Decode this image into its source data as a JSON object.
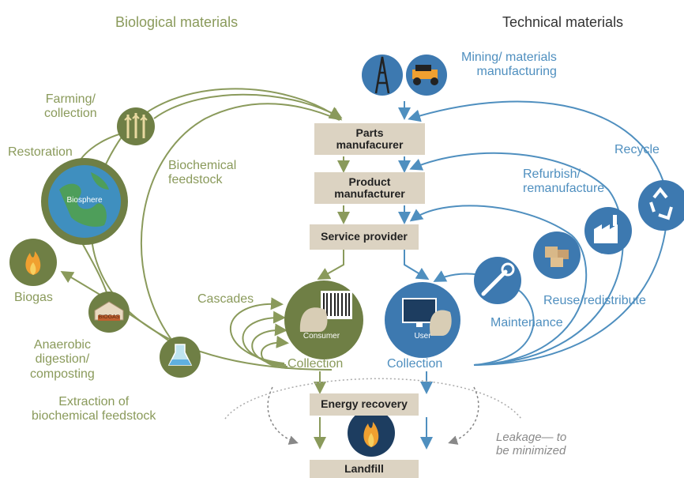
{
  "headers": {
    "biological": "Biological materials",
    "technical": "Technical materials"
  },
  "center_boxes": {
    "parts": "Parts\nmanufacurer",
    "product": "Product\nmanufacturer",
    "service": "Service provider",
    "energy": "Energy recovery",
    "landfill": "Landfill"
  },
  "bio_labels": {
    "farming": "Farming/\ncollection",
    "restoration": "Restoration",
    "biosphere": "Biosphere",
    "biochemical_feedstock": "Biochemical\nfeedstock",
    "biogas": "Biogas",
    "anaerobic": "Anaerobic\ndigestion/\ncomposting",
    "extraction": "Extraction of\nbiochemical feedstock",
    "cascades": "Cascades",
    "consumer": "Consumer",
    "collection": "Collection",
    "biogas_small": "BIOGAS"
  },
  "tech_labels": {
    "mining": "Mining/ materials\nmanufacturing",
    "recycle": "Recycle",
    "refurbish": "Refurbish/\nremanufacture",
    "reuse": "Reuse/redistribute",
    "maintenance": "Maintenance",
    "user": "User",
    "collection": "Collection"
  },
  "leakage": "Leakage— to\nbe minimized",
  "colors": {
    "bio_green": "#8a9a5b",
    "tech_blue": "#4f8fbf",
    "box_fill": "#dcd3c2",
    "circle_green": "#6f7f45",
    "circle_blue": "#3d79b0"
  },
  "icons": [
    "wheat-icon",
    "globe-icon",
    "flame-icon",
    "greenhouse-icon",
    "flask-icon",
    "barcode-icon",
    "monitor-icon",
    "wrench-icon",
    "boxes-icon",
    "factory-icon",
    "recycle-icon",
    "oil-derrick-icon",
    "mining-truck-icon"
  ]
}
